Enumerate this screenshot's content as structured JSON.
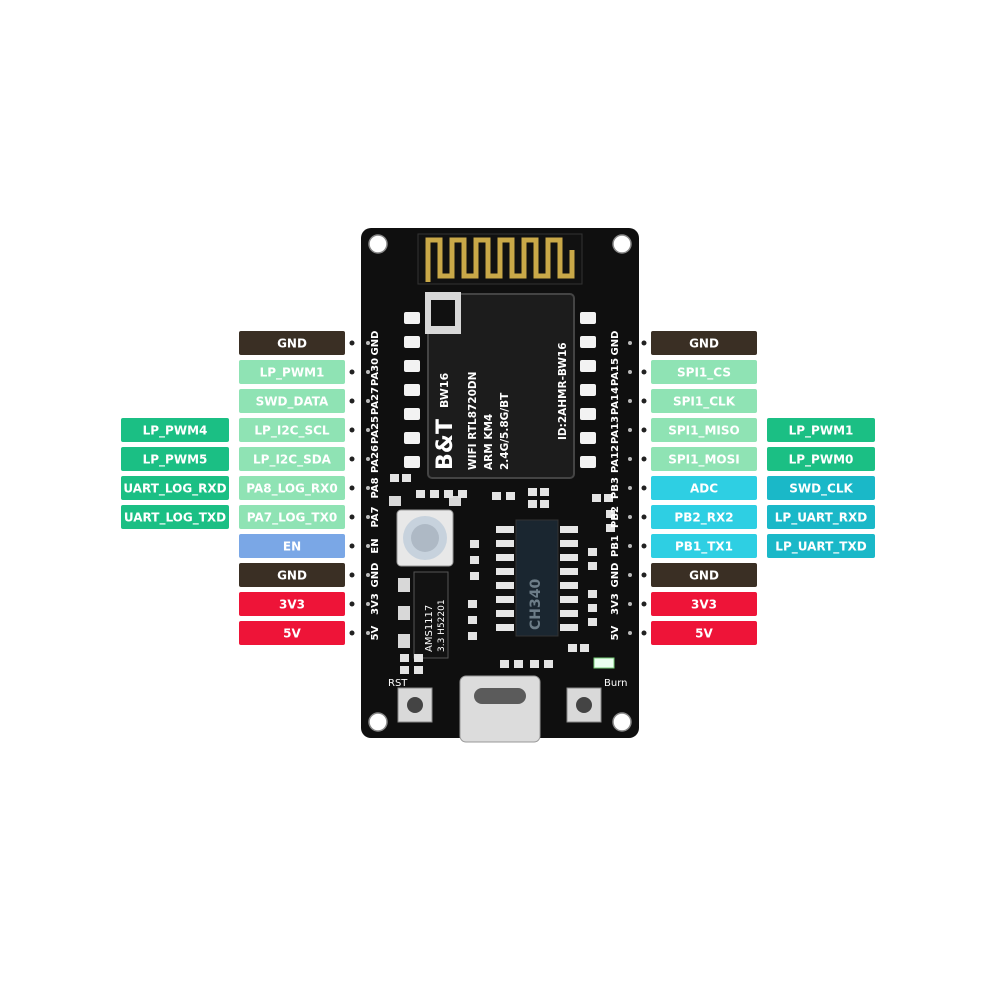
{
  "colors": {
    "gnd": "#3a2f24",
    "gpio": "#8fe3b4",
    "alt": "#1bbf84",
    "adc": "#2ecfe3",
    "alt2": "#1ab8c8",
    "en": "#7aa7e6",
    "power": "#ee1438",
    "board": "#0f0f0f",
    "antenna": "#c9a848"
  },
  "left_pins": [
    {
      "pin": "GND",
      "label": "GND",
      "type": "gnd"
    },
    {
      "pin": "PA30",
      "label": "LP_PWM1",
      "type": "gpio"
    },
    {
      "pin": "PA27",
      "label": "SWD_DATA",
      "type": "gpio"
    },
    {
      "pin": "PA25",
      "label": "LP_I2C_SCL",
      "type": "gpio",
      "alt": "LP_PWM4"
    },
    {
      "pin": "PA26",
      "label": "LP_I2C_SDA",
      "type": "gpio",
      "alt": "LP_PWM5"
    },
    {
      "pin": "PA8",
      "label": "PA8_LOG_RX0",
      "type": "gpio",
      "alt": "UART_LOG_RXD"
    },
    {
      "pin": "PA7",
      "label": "PA7_LOG_TX0",
      "type": "gpio",
      "alt": "UART_LOG_TXD"
    },
    {
      "pin": "EN",
      "label": "EN",
      "type": "en"
    },
    {
      "pin": "GND",
      "label": "GND",
      "type": "gnd"
    },
    {
      "pin": "3V3",
      "label": "3V3",
      "type": "power"
    },
    {
      "pin": "5V",
      "label": "5V",
      "type": "power"
    }
  ],
  "right_pins": [
    {
      "pin": "GND",
      "label": "GND",
      "type": "gnd"
    },
    {
      "pin": "PA15",
      "label": "SPI1_CS",
      "type": "gpio"
    },
    {
      "pin": "PA14",
      "label": "SPI1_CLK",
      "type": "gpio"
    },
    {
      "pin": "PA13",
      "label": "SPI1_MISO",
      "type": "gpio",
      "alt": "LP_PWM1"
    },
    {
      "pin": "PA12",
      "label": "SPI1_MOSI",
      "type": "gpio",
      "alt": "LP_PWM0"
    },
    {
      "pin": "PB3",
      "label": "ADC",
      "type": "adc",
      "alt": "SWD_CLK"
    },
    {
      "pin": "PB2",
      "label": "PB2_RX2",
      "type": "adc",
      "alt": "LP_UART_RXD"
    },
    {
      "pin": "PB1",
      "label": "PB1_TX1",
      "type": "adc",
      "alt": "LP_UART_TXD"
    },
    {
      "pin": "GND",
      "label": "GND",
      "type": "gnd"
    },
    {
      "pin": "3V3",
      "label": "3V3",
      "type": "power"
    },
    {
      "pin": "5V",
      "label": "5V",
      "type": "power"
    }
  ],
  "module": {
    "brand": "B&T",
    "model": "BW16",
    "line1": "WIFI RTL8720DN",
    "line2": "ARM KM4",
    "line3": "2.4G/5.8G/BT",
    "id": "ID:2AHMR-BW16"
  },
  "regulator": {
    "line1": "AMS1117",
    "line2": "3.3 H52201"
  },
  "usb_chip": "CH340",
  "buttons": {
    "left": "RST",
    "right": "Burn"
  }
}
